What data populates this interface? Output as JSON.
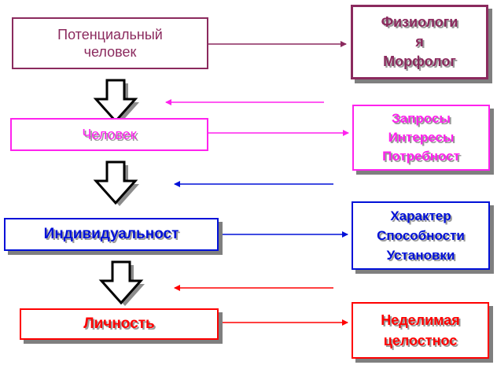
{
  "colors": {
    "level1": "#8b2a5e",
    "level2": "#ff22ee",
    "level3": "#0010d8",
    "level4": "#ff0000",
    "shadow": "#7f7f7f"
  },
  "levels": [
    {
      "label": [
        "Потенциальный",
        "человек"
      ],
      "traits": [
        "Физиологи",
        "я",
        "Морфолог"
      ]
    },
    {
      "label": [
        "Человек"
      ],
      "traits": [
        "Запросы",
        "Интересы",
        "Потребност"
      ]
    },
    {
      "label": [
        "Индивидуальност"
      ],
      "traits": [
        "Характер",
        "Способности",
        "Установки"
      ]
    },
    {
      "label": [
        "Личность"
      ],
      "traits": [
        "Неделимая",
        "целостнос"
      ]
    }
  ]
}
